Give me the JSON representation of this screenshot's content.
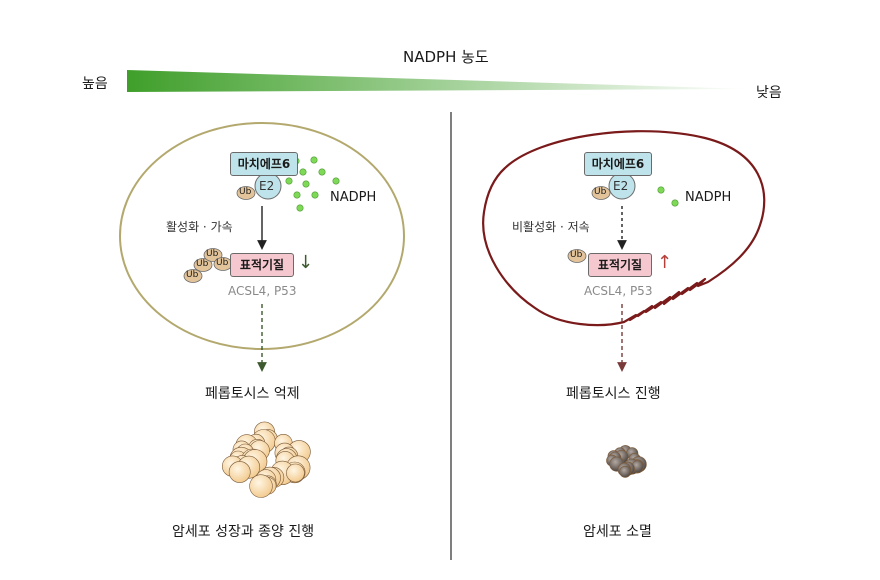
{
  "gradient": {
    "title": "NADPH 농도",
    "high_label": "높음",
    "low_label": "낮음",
    "color_start": "#3f9f2a",
    "color_end": "#ffffff"
  },
  "left_panel": {
    "enzyme_label": "마치에프6",
    "e2_label": "E2",
    "ub_label": "Ub",
    "nadph_label": "NADPH",
    "process_label": "활성화 · 가속",
    "substrate_label": "표적기질",
    "substrate_arrow": "↓",
    "substrate_examples": "ACSL4, P53",
    "outcome": "페롭토시스 억제",
    "result": "암세포 성장과 종양 진행",
    "cell_color": "#b3a96e",
    "arrow_color": "#3c5a2e"
  },
  "right_panel": {
    "enzyme_label": "마치에프6",
    "e2_label": "E2",
    "ub_label": "Ub",
    "nadph_label": "NADPH",
    "process_label": "비활성화 · 저속",
    "substrate_label": "표적기질",
    "substrate_arrow": "↑",
    "substrate_examples": "ACSL4, P53",
    "outcome": "페롭토시스 진행",
    "result": "암세포 소멸",
    "cell_color": "#7a1a1a",
    "arrow_color": "#7a3a3a"
  },
  "colors": {
    "enzyme_fill": "#bfe3ea",
    "substrate_fill": "#f5c8d0",
    "ub_fill": "#e3c49a",
    "nadph_dot": "#7ed957",
    "divider": "#555555"
  }
}
